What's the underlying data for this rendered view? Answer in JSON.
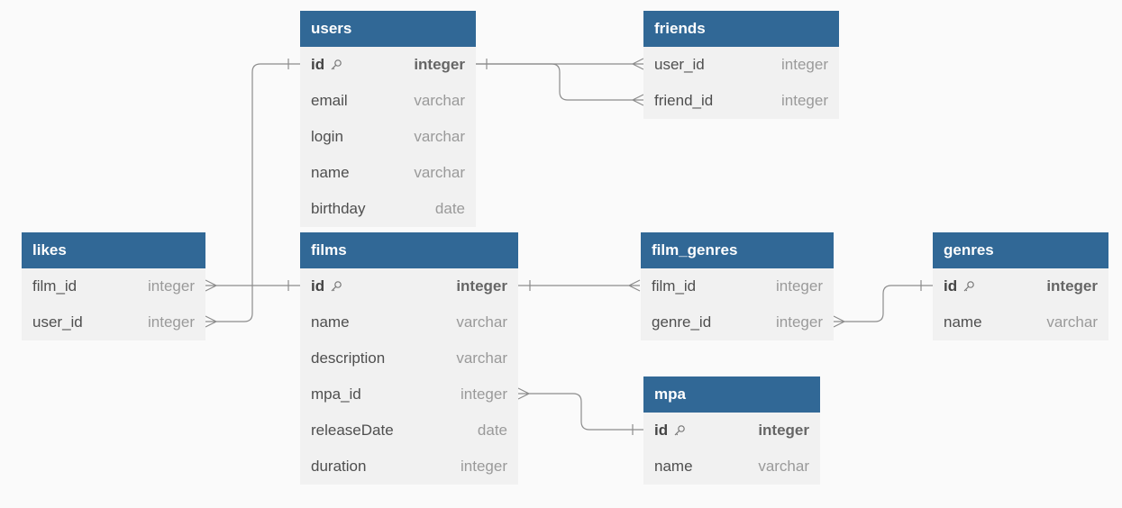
{
  "colors": {
    "header_bg": "#316896",
    "header_text": "#ffffff",
    "body_bg": "#f1f1f1",
    "canvas_bg": "#fafafa",
    "line": "#8c8c8c"
  },
  "tables": {
    "users": {
      "name": "users",
      "fields": [
        {
          "name": "id",
          "type": "integer",
          "pk": true
        },
        {
          "name": "email",
          "type": "varchar"
        },
        {
          "name": "login",
          "type": "varchar"
        },
        {
          "name": "name",
          "type": "varchar"
        },
        {
          "name": "birthday",
          "type": "date"
        }
      ]
    },
    "friends": {
      "name": "friends",
      "fields": [
        {
          "name": "user_id",
          "type": "integer"
        },
        {
          "name": "friend_id",
          "type": "integer"
        }
      ]
    },
    "likes": {
      "name": "likes",
      "fields": [
        {
          "name": "film_id",
          "type": "integer"
        },
        {
          "name": "user_id",
          "type": "integer"
        }
      ]
    },
    "films": {
      "name": "films",
      "fields": [
        {
          "name": "id",
          "type": "integer",
          "pk": true
        },
        {
          "name": "name",
          "type": "varchar"
        },
        {
          "name": "description",
          "type": "varchar"
        },
        {
          "name": "mpa_id",
          "type": "integer"
        },
        {
          "name": "releaseDate",
          "type": "date"
        },
        {
          "name": "duration",
          "type": "integer"
        }
      ]
    },
    "film_genres": {
      "name": "film_genres",
      "fields": [
        {
          "name": "film_id",
          "type": "integer"
        },
        {
          "name": "genre_id",
          "type": "integer"
        }
      ]
    },
    "genres": {
      "name": "genres",
      "fields": [
        {
          "name": "id",
          "type": "integer",
          "pk": true
        },
        {
          "name": "name",
          "type": "varchar"
        }
      ]
    },
    "mpa": {
      "name": "mpa",
      "fields": [
        {
          "name": "id",
          "type": "integer",
          "pk": true
        },
        {
          "name": "name",
          "type": "varchar"
        }
      ]
    }
  },
  "relations": [
    {
      "from": "users.id",
      "to": "friends.user_id",
      "cardinality": "one-to-many"
    },
    {
      "from": "users.id",
      "to": "friends.friend_id",
      "cardinality": "one-to-many"
    },
    {
      "from": "users.id",
      "to": "likes.user_id",
      "cardinality": "one-to-many"
    },
    {
      "from": "films.id",
      "to": "likes.film_id",
      "cardinality": "one-to-many"
    },
    {
      "from": "films.id",
      "to": "film_genres.film_id",
      "cardinality": "one-to-many"
    },
    {
      "from": "genres.id",
      "to": "film_genres.genre_id",
      "cardinality": "one-to-many"
    },
    {
      "from": "mpa.id",
      "to": "films.mpa_id",
      "cardinality": "one-to-many"
    }
  ]
}
